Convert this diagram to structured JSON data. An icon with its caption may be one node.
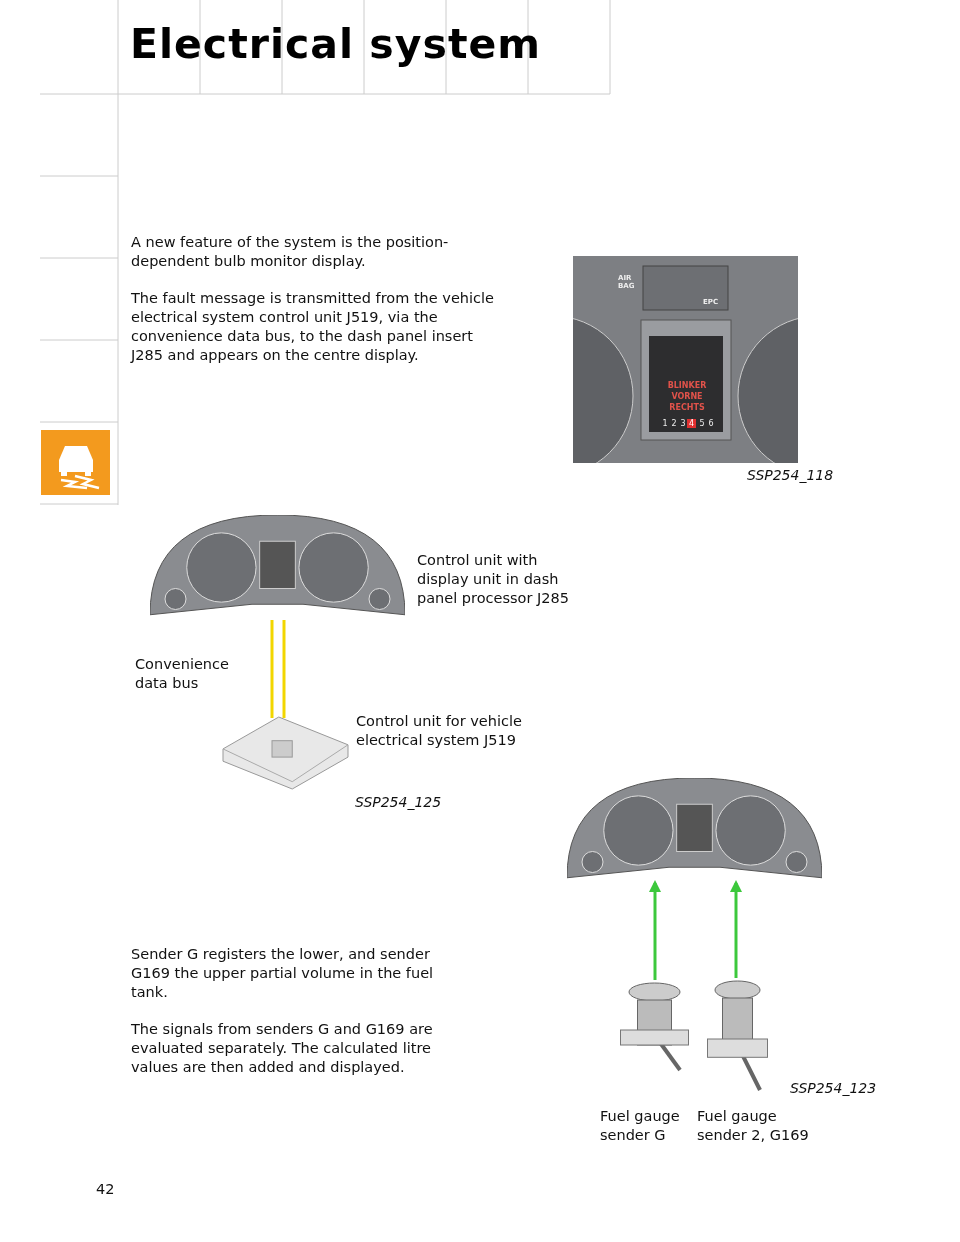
{
  "diagram": {
    "title": "Electrical system",
    "nodes": [
      {
        "text": [],
        "shape": "picture",
        "beside": [
          "Control unit with display unit in dash panel processor J285"
        ]
      },
      {
        "text": [],
        "shape": "picture",
        "beside": [
          "Control unit for vehicle electrical system J519"
        ]
      },
      {
        "text": [],
        "shape": "picture"
      },
      {
        "text": [],
        "shape": "picture",
        "beside": [
          "Fuel gauge sender G"
        ]
      },
      {
        "text": [],
        "shape": "picture",
        "beside": [
          "Fuel gauge sender 2, G169"
        ]
      }
    ],
    "edges": [
      {
        "from": 0,
        "to": 1,
        "arrow": "none",
        "color": "#f2d600",
        "label": "Convenience data bus"
      },
      {
        "from": 0,
        "to": 1,
        "arrow": "none",
        "color": "#f2d600"
      },
      {
        "from": 3,
        "to": 2,
        "arrow": "to",
        "color": "#3cc83c"
      },
      {
        "from": 4,
        "to": 2,
        "arrow": "to",
        "color": "#3cc83c"
      }
    ],
    "labels": [
      "A new feature of the system is the position-dependent bulb monitor display.",
      "The fault message is transmitted from the vehicle electrical system control unit J519, via the convenience data bus, to the dash panel insert J285 and appears on the centre display.",
      "AIR BAG",
      "EPC",
      "BLINKER VORNE RECHTS",
      "1",
      "2",
      "3",
      "4",
      "5",
      "6",
      "SSP254_118",
      "SSP254_125",
      "Sender G registers the lower, and sender G169 the upper partial volume in the fuel tank.",
      "The signals from senders G and G169 are evaluated separately. The calculated litre values are then added and displayed.",
      "SSP254_123",
      "42"
    ]
  }
}
